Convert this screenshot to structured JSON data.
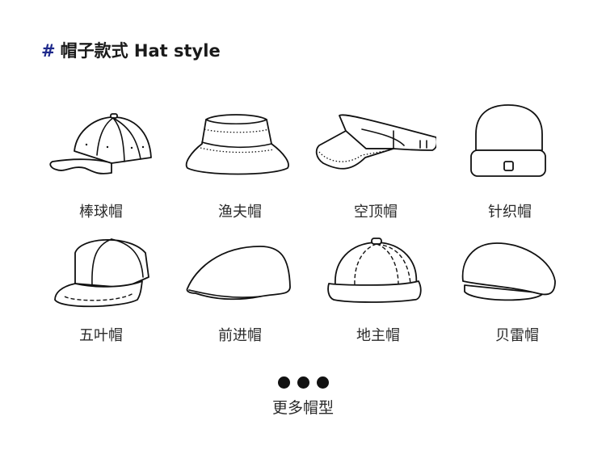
{
  "header": {
    "hash": "#",
    "title": "帽子款式 Hat style",
    "hash_color": "#1f2a8c"
  },
  "hats": [
    {
      "label": "棒球帽",
      "icon": "baseball-cap"
    },
    {
      "label": "渔夫帽",
      "icon": "bucket-hat"
    },
    {
      "label": "空顶帽",
      "icon": "sun-visor"
    },
    {
      "label": "针织帽",
      "icon": "knit-beanie"
    },
    {
      "label": "五叶帽",
      "icon": "five-panel-cap"
    },
    {
      "label": "前进帽",
      "icon": "flat-cap"
    },
    {
      "label": "地主帽",
      "icon": "landlord-hat"
    },
    {
      "label": "贝雷帽",
      "icon": "beret"
    }
  ],
  "more": {
    "label": "更多帽型",
    "icon": "ellipsis-dots"
  }
}
